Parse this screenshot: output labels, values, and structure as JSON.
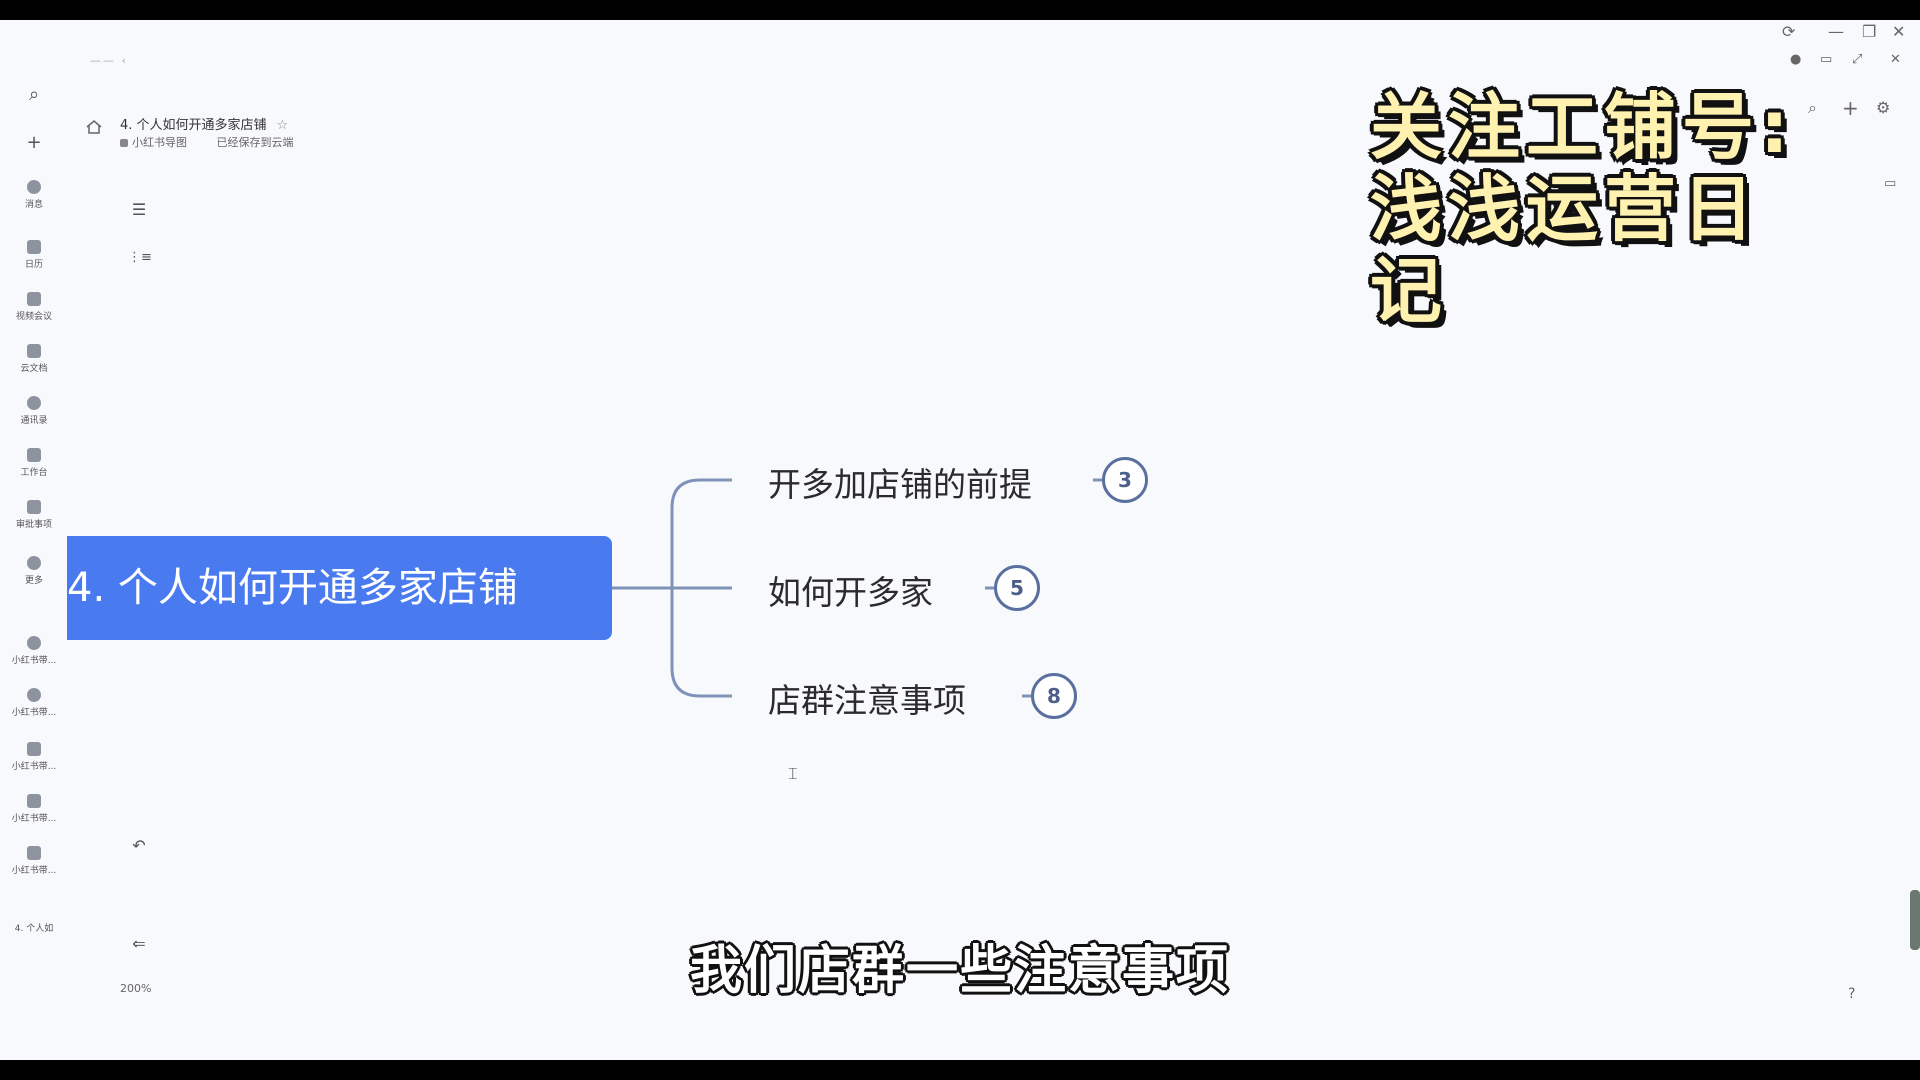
{
  "window": {
    "top_faint_text": "—— ‹",
    "controls": [
      "⟳",
      "—",
      "❐",
      "✕"
    ],
    "secondary_controls": [
      "●",
      "▭",
      "⤢",
      "✕"
    ]
  },
  "rail": {
    "items": [
      {
        "icon": "search-icon",
        "glyph": "⌕"
      },
      {
        "icon": "plus-icon",
        "glyph": "+"
      },
      {
        "icon": "messages-icon",
        "label": "消息"
      },
      {
        "icon": "calendar-icon",
        "label": "日历"
      },
      {
        "icon": "video-meeting-icon",
        "label": "视频会议"
      },
      {
        "icon": "cloud-docs-icon",
        "label": "云文档"
      },
      {
        "icon": "contacts-icon",
        "label": "通讯录"
      },
      {
        "icon": "workbench-icon",
        "label": "工作台"
      },
      {
        "icon": "approval-icon",
        "label": "审批事项"
      },
      {
        "icon": "more-icon",
        "label": "更多"
      },
      {
        "icon": "doc-icon",
        "label": "小红书带..."
      },
      {
        "icon": "doc-icon",
        "label": "小红书带..."
      },
      {
        "icon": "doc-icon",
        "label": "小红书带..."
      },
      {
        "icon": "doc-icon",
        "label": "小红书带..."
      },
      {
        "icon": "doc-icon",
        "label": "小红书带..."
      },
      {
        "icon": "doc-icon",
        "label": "4. 个人如"
      }
    ]
  },
  "document": {
    "title": "4. 个人如何开通多家店铺",
    "folder": "小红书导图",
    "save_status": "已经保存到云端"
  },
  "tools": {
    "outline_glyph": "☰",
    "collapse_glyph": "⋮≡",
    "undo_glyph": "↶",
    "back_glyph": "⇐",
    "zoom": "200%"
  },
  "right_tools": {
    "search_glyph": "⌕",
    "add_glyph": "+",
    "settings_glyph": "⚙",
    "comment_glyph": "▭",
    "help_glyph": "?"
  },
  "watermark": {
    "line1": "关注工铺号:",
    "line2": "浅浅运营日记"
  },
  "mindmap": {
    "central": "4. 个人如何开通多家店铺",
    "branches": [
      {
        "label": "开多加店铺的前提",
        "count": "3"
      },
      {
        "label": "如何开多家",
        "count": "5"
      },
      {
        "label": "店群注意事项",
        "count": "8"
      }
    ]
  },
  "subtitle": "我们店群一些注意事项",
  "colors": {
    "central_node": "#4a7af0",
    "connector": "#7f93b8",
    "badge_border": "#596f9e",
    "canvas": "#f8f9fc"
  }
}
